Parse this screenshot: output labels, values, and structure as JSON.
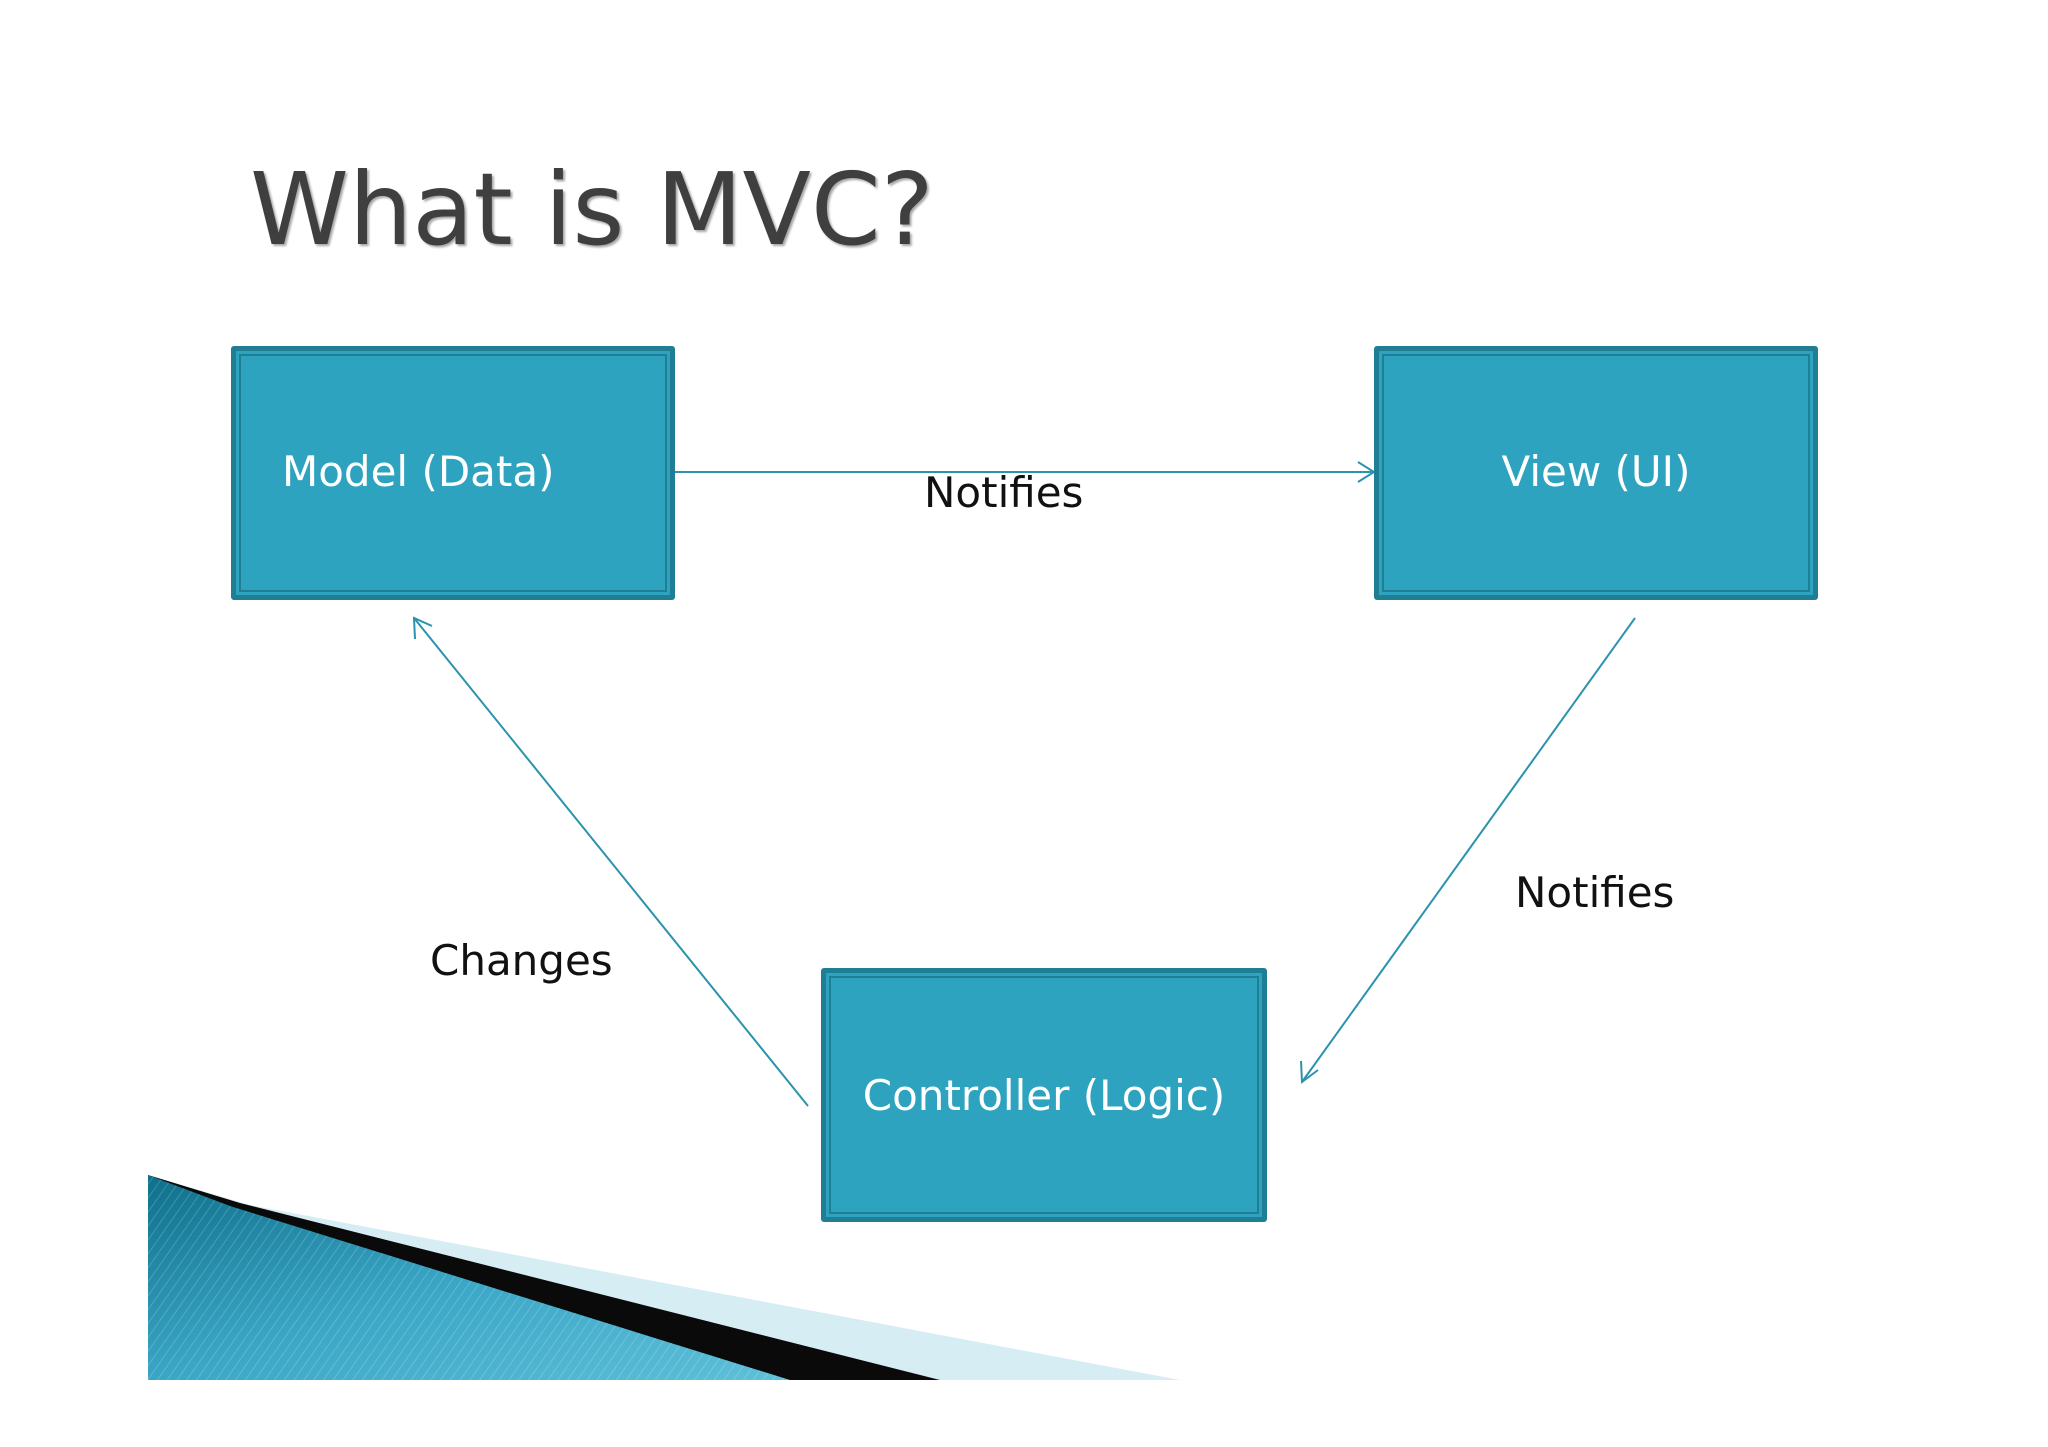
{
  "slide": {
    "title": "What is MVC?"
  },
  "boxes": {
    "model": "Model (Data)",
    "view": "View (UI)",
    "controller": "Controller (Logic)"
  },
  "edges": {
    "model_to_view": "Notifies",
    "view_to_controller": "Notifies",
    "controller_to_model": "Changes"
  },
  "colors": {
    "box_fill": "#2ea3bf",
    "box_border": "#1f7e94",
    "arrow": "#2b93ad",
    "title": "#3f3f3f"
  }
}
